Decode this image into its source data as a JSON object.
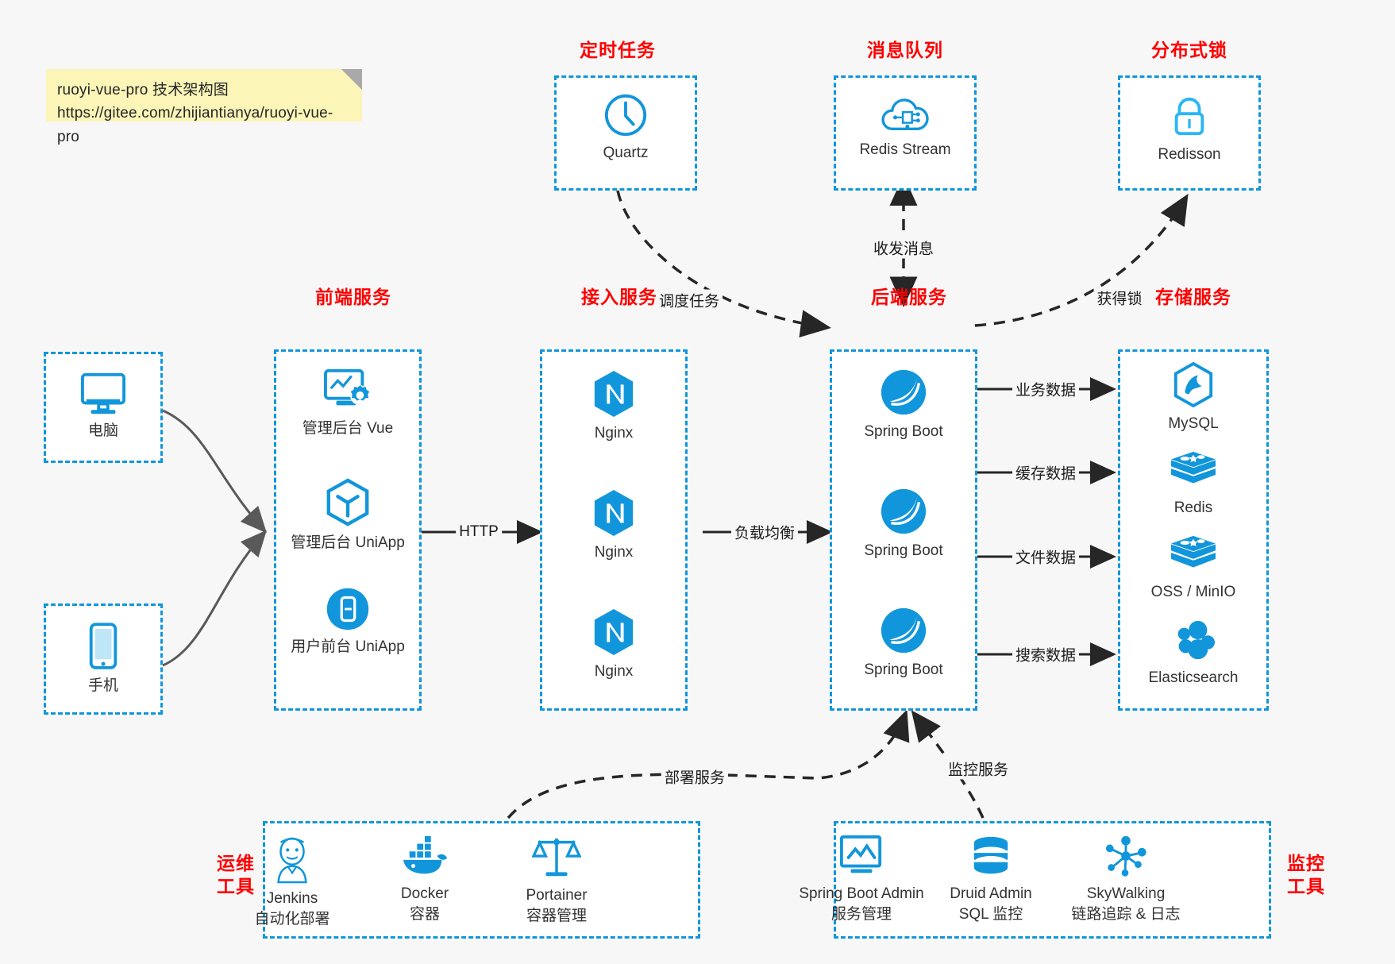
{
  "note": {
    "line1": "ruoyi-vue-pro 技术架构图",
    "line2": "https://gitee.com/zhijiantianya/ruoyi-vue-pro"
  },
  "colors": {
    "accent_blue": "#1296db",
    "title_red": "#ff0000",
    "background": "#f7f7f7",
    "box_fill": "#ffffff",
    "arrow_gray": "#595959",
    "arrow_black": "#262626",
    "note_yellow": "#fbf5b8"
  },
  "groups": {
    "clients": {
      "nodes": [
        {
          "label": "电脑",
          "icon": "monitor-icon"
        },
        {
          "label": "手机",
          "icon": "mobile-phone-icon"
        }
      ]
    },
    "scheduler": {
      "title": "定时任务",
      "nodes": [
        {
          "label": "Quartz",
          "icon": "clock-icon"
        }
      ]
    },
    "message_queue": {
      "title": "消息队列",
      "nodes": [
        {
          "label": "Redis Stream",
          "icon": "cloud-network-icon"
        }
      ]
    },
    "distributed_lock": {
      "title": "分布式锁",
      "nodes": [
        {
          "label": "Redisson",
          "icon": "lock-icon"
        }
      ]
    },
    "frontend": {
      "title": "前端服务",
      "nodes": [
        {
          "label": "管理后台 Vue",
          "icon": "dashboard-gear-icon"
        },
        {
          "label": "管理后台 UniApp",
          "icon": "cube-icon"
        },
        {
          "label": "用户前台 UniApp",
          "icon": "mobile-app-icon"
        }
      ]
    },
    "gateway": {
      "title": "接入服务",
      "nodes": [
        {
          "label": "Nginx",
          "icon": "nginx-icon"
        },
        {
          "label": "Nginx",
          "icon": "nginx-icon"
        },
        {
          "label": "Nginx",
          "icon": "nginx-icon"
        }
      ]
    },
    "backend": {
      "title": "后端服务",
      "nodes": [
        {
          "label": "Spring Boot",
          "icon": "spring-boot-icon"
        },
        {
          "label": "Spring Boot",
          "icon": "spring-boot-icon"
        },
        {
          "label": "Spring Boot",
          "icon": "spring-boot-icon"
        }
      ]
    },
    "storage": {
      "title": "存储服务",
      "nodes": [
        {
          "label": "MySQL",
          "icon": "mysql-icon"
        },
        {
          "label": "Redis",
          "icon": "redis-icon"
        },
        {
          "label": "OSS / MinIO",
          "icon": "oss-minio-icon"
        },
        {
          "label": "Elasticsearch",
          "icon": "elasticsearch-icon"
        }
      ]
    },
    "devops": {
      "title": "运维\n工具",
      "title_line1": "运维",
      "title_line2": "工具",
      "nodes": [
        {
          "label": "Jenkins",
          "sublabel": "自动化部署",
          "icon": "jenkins-icon"
        },
        {
          "label": "Docker",
          "sublabel": "容器",
          "icon": "docker-icon"
        },
        {
          "label": "Portainer",
          "sublabel": "容器管理",
          "icon": "portainer-scales-icon"
        }
      ]
    },
    "monitoring": {
      "title_line1": "监控",
      "title_line2": "工具",
      "nodes": [
        {
          "label": "Spring Boot Admin",
          "sublabel": "服务管理",
          "icon": "monitor-chart-icon"
        },
        {
          "label": "Druid Admin",
          "sublabel": "SQL 监控",
          "icon": "database-icon"
        },
        {
          "label": "SkyWalking",
          "sublabel": "链路追踪 & 日志",
          "icon": "skywalking-nodes-icon"
        }
      ]
    }
  },
  "edges": [
    {
      "id": "http",
      "label": "HTTP"
    },
    {
      "id": "load-balance",
      "label": "负载均衡"
    },
    {
      "id": "schedule-task",
      "label": "调度任务"
    },
    {
      "id": "send-receive-message",
      "label": "收发消息"
    },
    {
      "id": "acquire-lock",
      "label": "获得锁"
    },
    {
      "id": "business-data",
      "label": "业务数据"
    },
    {
      "id": "cache-data",
      "label": "缓存数据"
    },
    {
      "id": "file-data",
      "label": "文件数据"
    },
    {
      "id": "search-data",
      "label": "搜索数据"
    },
    {
      "id": "deploy-service",
      "label": "部署服务"
    },
    {
      "id": "monitor-service",
      "label": "监控服务"
    }
  ]
}
